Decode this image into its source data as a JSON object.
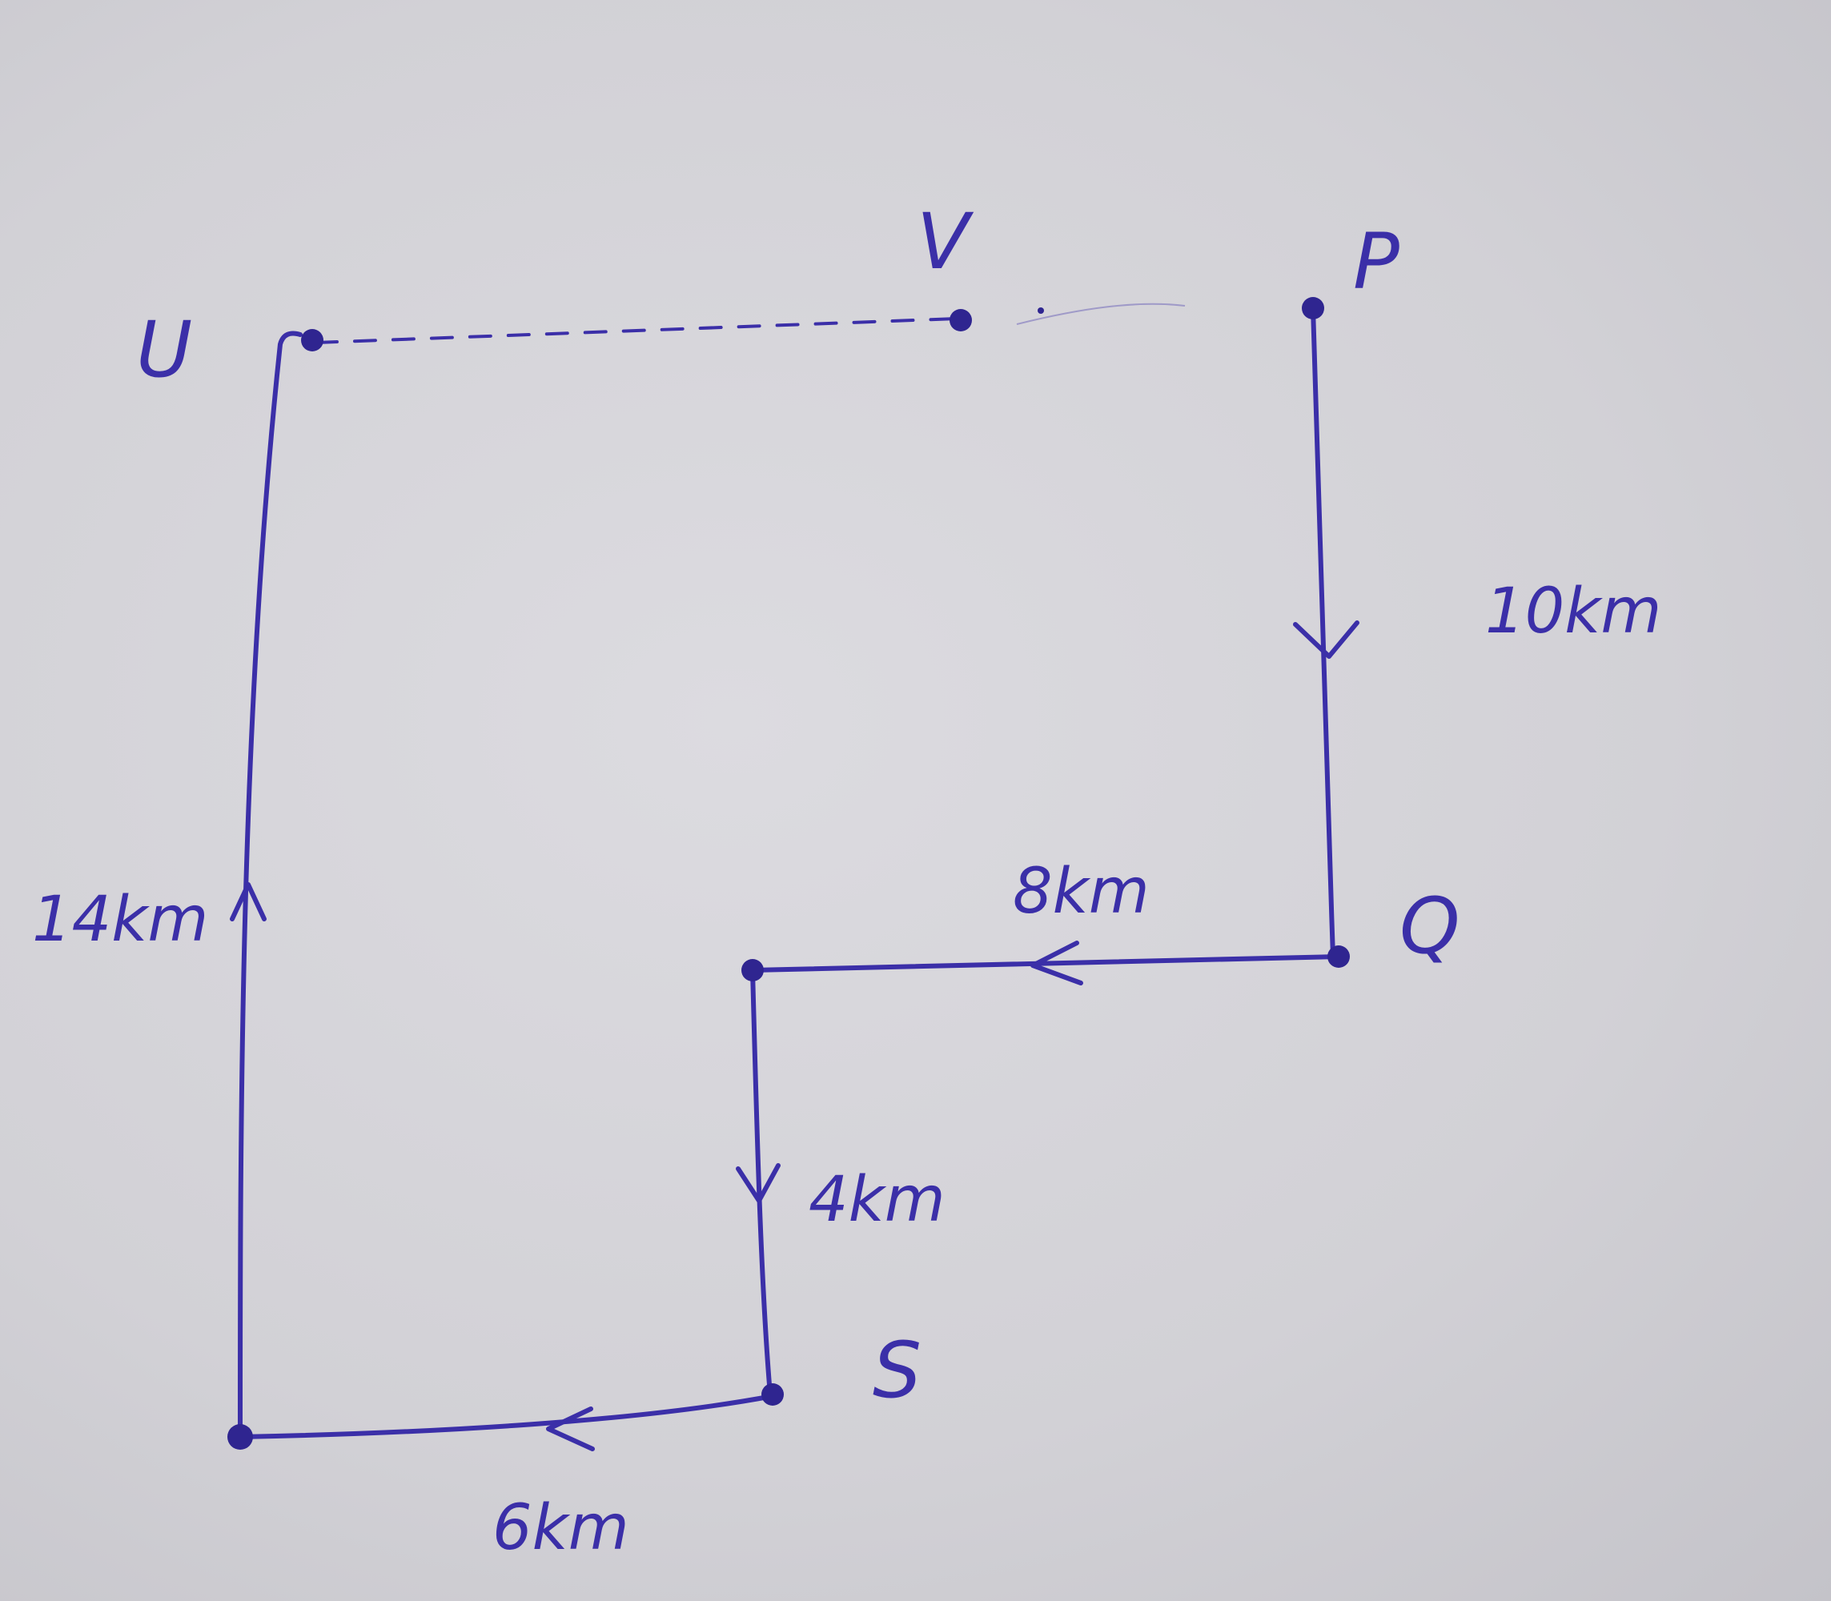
{
  "points": {
    "P": "P",
    "Q": "Q",
    "S": "S",
    "U": "U",
    "V": "V"
  },
  "distances": {
    "PQ": "10km",
    "Q_to_left": "8km",
    "down": "4km",
    "S_to_left": "6km",
    "up": "14km"
  },
  "colors": {
    "ink": "#3b2fa8",
    "paper": "#d3d2d7"
  }
}
